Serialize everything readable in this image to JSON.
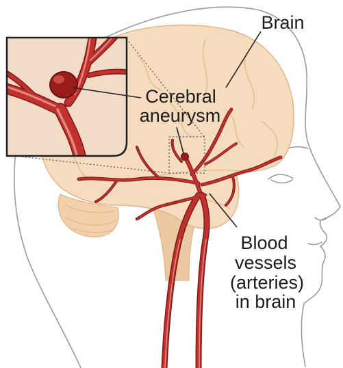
{
  "labels": {
    "brain": "Brain",
    "cerebral_aneurysm": [
      "Cerebral",
      "aneurysm"
    ],
    "blood_vessels": [
      "Blood",
      "vessels",
      "(arteries)",
      "in brain"
    ]
  },
  "colors": {
    "brain": "#f6dcbf",
    "brain_outline": "#e3b58a",
    "cerebellum": "#f1d0ab",
    "artery": "#c1322f",
    "aneurysm": "#9b1c1c",
    "inset_background": "#f2dcc7",
    "head_outline": "#9a9a9a"
  }
}
